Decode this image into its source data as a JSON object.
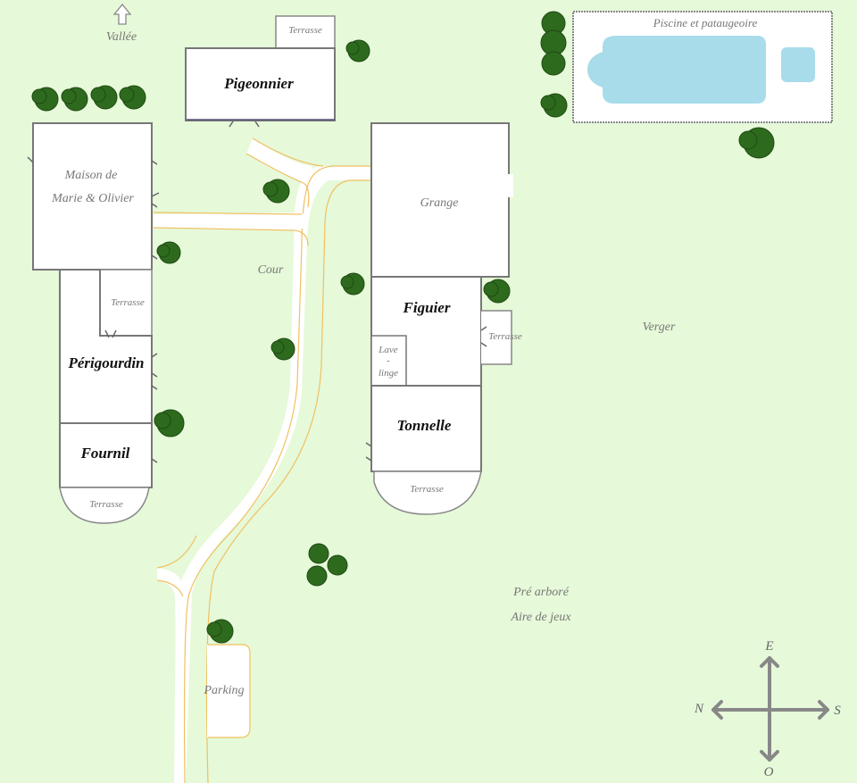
{
  "labels": {
    "vallee": "Vallée",
    "pigeonnier": "Pigeonnier",
    "terrasse_pigeonnier": "Terrasse",
    "piscine": "Piscine et pataugeoire",
    "maison_line1": "Maison de",
    "maison_line2": "Marie & Olivier",
    "grange": "Grange",
    "cour": "Cour",
    "terrasse_maison": "Terrasse",
    "perigourdin": "Périgourdin",
    "fournil": "Fournil",
    "terrasse_fournil": "Terrasse",
    "figuier": "Figuier",
    "terrasse_figuier": "Terrasse",
    "lave": "Lave",
    "lave_dash": "-",
    "linge": "linge",
    "tonnelle": "Tonnelle",
    "terrasse_tonnelle": "Terrasse",
    "verger": "Verger",
    "pre_arbore": "Pré arboré",
    "aire_de_jeux": "Aire de jeux",
    "parking": "Parking"
  },
  "compass": {
    "north": "N",
    "south": "S",
    "east": "E",
    "west": "O"
  },
  "colors": {
    "background": "#e6f9d9",
    "pool_water": "#a8dcea",
    "tree": "#2e6a1e",
    "path_edge": "#f0c060"
  }
}
